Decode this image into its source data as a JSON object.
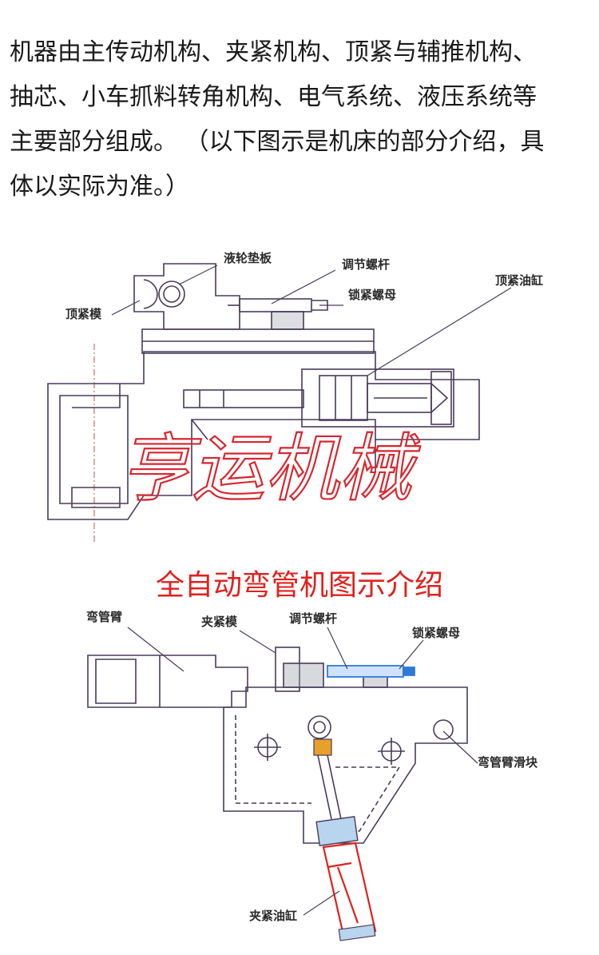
{
  "intro": {
    "lines": [
      "机器由主传动机构、夹紧机构、顶紧与辅推机构、",
      " 抽芯、小车抓料转角机构、电气系统、液压系统等",
      "主要部分组成。 （以下图示是机床的部分介绍，具",
      "体以实际为准。）"
    ]
  },
  "diagram1": {
    "labels": {
      "pad": "液轮垫板",
      "screw": "调节螺杆",
      "nut": "锁紧螺母",
      "cylinder": "顶紧油缸",
      "die": "顶紧模"
    },
    "watermark": "亨运机械"
  },
  "subtitle": "全自动弯管机图示介绍",
  "diagram2": {
    "labels": {
      "arm": "弯管臂",
      "clamp_die": "夹紧模",
      "screw": "调节螺杆",
      "nut": "锁紧螺母",
      "slider": "弯管臂滑块",
      "clamp_cylinder": "夹紧油缸"
    }
  },
  "colors": {
    "line": "#4a3a5a",
    "red": "#e0211d",
    "blue": "#2f7ad8",
    "orange": "#e8a02a",
    "text": "#1a1a1a"
  }
}
